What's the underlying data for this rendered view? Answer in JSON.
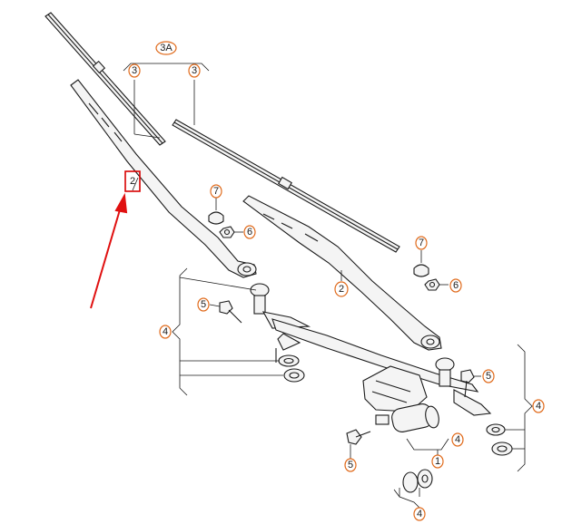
{
  "diagram": {
    "callouts": {
      "c3a": "3A",
      "c3_left": "3",
      "c3_right": "3",
      "c2_left": "2",
      "c2_right": "2",
      "c7_left": "7",
      "c7_right": "7",
      "c6_left": "6",
      "c6_right": "6",
      "c5_left": "5",
      "c5_right": "5",
      "c5_bottom": "5",
      "c4_left": "4",
      "c4_right": "4",
      "c4_bottom_center": "4",
      "c4_bottom": "4",
      "c1": "1"
    },
    "colors": {
      "callout_outline": "#e06a1b",
      "highlight": "#d80000",
      "arrow": "#e01010"
    }
  }
}
